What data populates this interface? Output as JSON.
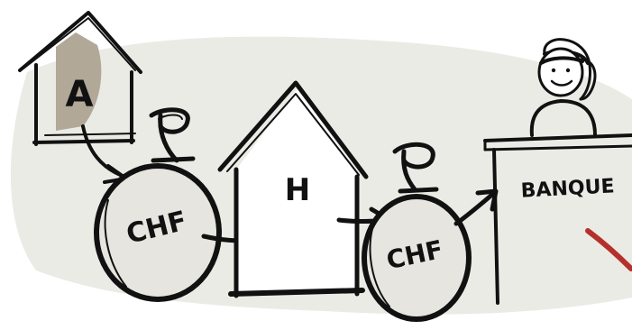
{
  "labels": {
    "house_a": "A",
    "house_h": "H",
    "bag_1": "CHF",
    "bag_2": "CHF",
    "bank": "BANQUE"
  },
  "colors": {
    "ink": "#111111",
    "backdrop": "#ebebe6",
    "house_a_fill": "#b1a898",
    "bag_fill": "#e6e5df",
    "accent_red": "#b5302c"
  },
  "icons": [
    "house-a-icon",
    "money-bag-icon",
    "house-h-icon",
    "money-bag-icon",
    "bank-teller-icon"
  ]
}
